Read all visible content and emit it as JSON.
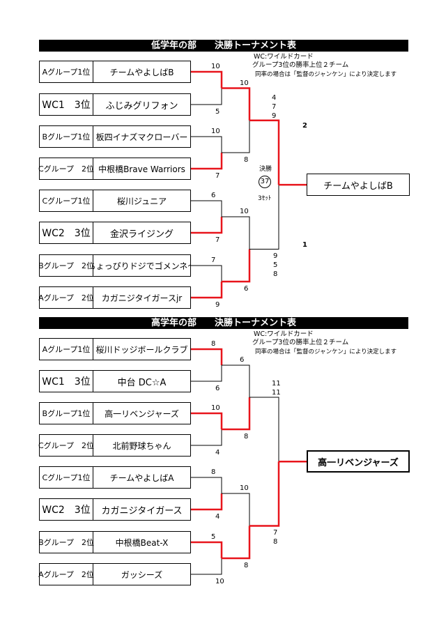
{
  "lower": {
    "title": "低学年の部　　決勝トーナメント表",
    "notes": [
      "WC:ワイルドカード",
      "グループ3位の勝率上位２チーム",
      "同率の場合は「監督のジャンケン」により決定します"
    ],
    "teams": [
      {
        "seed": "Aグループ1位",
        "name": "チームやよしばB",
        "big_seed": false
      },
      {
        "seed": "WC1　3位",
        "name": "ふじみグリフォン",
        "big_seed": true
      },
      {
        "seed": "Bグループ1位",
        "name": "板四イナズマクローバー",
        "big_seed": false
      },
      {
        "seed": "Cグループ　2位",
        "name": "中根橋Brave Warriors",
        "big_seed": false
      },
      {
        "seed": "Cグループ1位",
        "name": "桜川ジュニア",
        "big_seed": false
      },
      {
        "seed": "WC2　3位",
        "name": "金沢ライジング",
        "big_seed": true
      },
      {
        "seed": "Bグループ　2位",
        "name": "ちょっぴりドジでゴメンネ〜",
        "big_seed": false
      },
      {
        "seed": "Aグループ　2位",
        "name": "カガニジタイガースjr",
        "big_seed": false
      }
    ],
    "r1_scores": [
      "10",
      "5",
      "10",
      "7",
      "6",
      "7",
      "7",
      "9"
    ],
    "r2_scores": [
      "10",
      "8",
      "10",
      "6"
    ],
    "final_top_scores": [
      "4",
      "7",
      "9"
    ],
    "final_bottom_scores": [
      "9",
      "5",
      "8"
    ],
    "final_label": "決勝",
    "final_number": "37",
    "final_sets": "3ｾｯﾄ",
    "flag_top": "2",
    "flag_bottom": "1",
    "champion": "チームやよしばB"
  },
  "upper": {
    "title": "高学年の部　　決勝トーナメント表",
    "notes": [
      "WC:ワイルドカード",
      "グループ3位の勝率上位２チーム",
      "同率の場合は「監督のジャンケン」により決定します"
    ],
    "teams": [
      {
        "seed": "Aグループ1位",
        "name": "桜川ドッジボールクラブ",
        "big_seed": false
      },
      {
        "seed": "WC1　3位",
        "name": "中台 DC☆A",
        "big_seed": true
      },
      {
        "seed": "Bグループ1位",
        "name": "高一リベンジャーズ",
        "big_seed": false
      },
      {
        "seed": "Cグループ　2位",
        "name": "北前野球ちゃん",
        "big_seed": false
      },
      {
        "seed": "Cグループ1位",
        "name": "チームやよしばA",
        "big_seed": false
      },
      {
        "seed": "WC2　3位",
        "name": "カガニジタイガース",
        "big_seed": true
      },
      {
        "seed": "Bグループ　2位",
        "name": "中根橋Beat-X",
        "big_seed": false
      },
      {
        "seed": "Aグループ　2位",
        "name": "ガッシーズ",
        "big_seed": false
      }
    ],
    "r1_scores": [
      "8",
      "6",
      "10",
      "4",
      "8",
      "4",
      "5",
      "10"
    ],
    "r2_scores": [
      "6",
      "8",
      "10",
      "8"
    ],
    "final_top_scores": [
      "11",
      "11"
    ],
    "final_bottom_scores": [
      "7",
      "8"
    ],
    "champion": "高一リベンジャーズ"
  },
  "colors": {
    "win_line": "#e8141b",
    "line": "#000000",
    "bar": "#000000"
  }
}
